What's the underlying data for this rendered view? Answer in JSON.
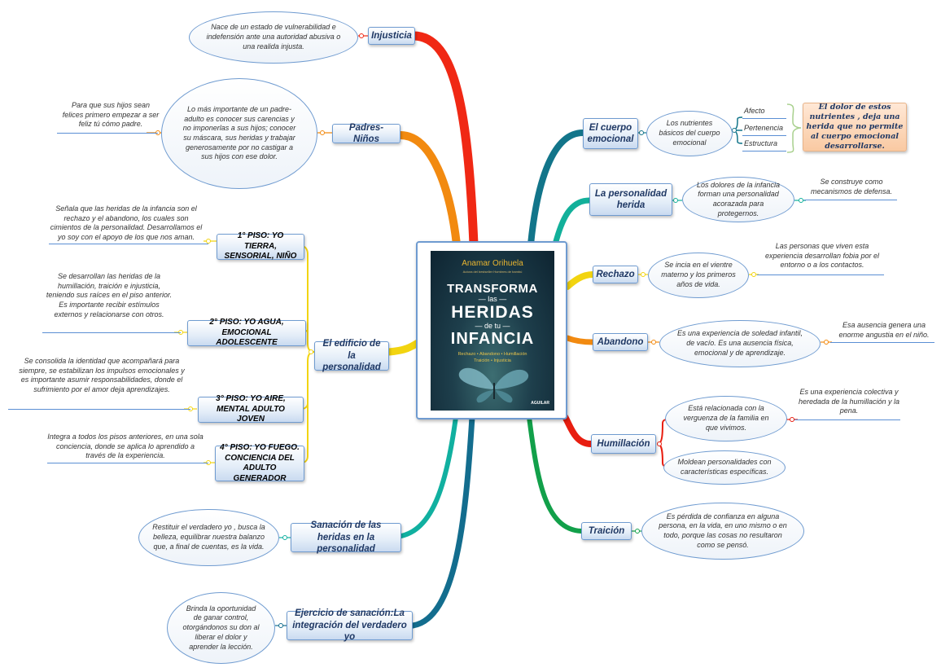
{
  "cover": {
    "author": "Anamar Orihuela",
    "tagline": "Autora del bestseller Hombres de bambú",
    "title_1": "TRANSFORMA",
    "title_2": "— las —",
    "title_3": "HERIDAS",
    "title_4": "— de tu —",
    "title_5": "INFANCIA",
    "subtitle_1": "Rechazo • Abandono • Humillación",
    "subtitle_2": "Traición • Injusticia",
    "publisher": "AGUILAR"
  },
  "left": {
    "injusticia": {
      "label": "Injusticia",
      "desc": "Nace de un estado de vulnerabilidad e indefensión ante una autoridad abusiva o una realida injusta."
    },
    "padres": {
      "label": "Padres- Niños",
      "desc": "Lo más importante de un padre-adulto es conocer sus carencias y no imponerlas a sus hijos; conocer su máscara, sus heridas y trabajar generosamente por no castigar a sus hijos con ese dolor.",
      "note": "Para que sus hijos sean felices primero empezar a ser feliz tú cómo padre."
    },
    "edificio": {
      "label": "El edificio de la personalidad",
      "pisos": [
        {
          "label": "1° PISO: YO TIERRA, SENSORIAL, NIÑO",
          "note": "Señala que las heridas de la infancia son el rechazo y el abandono, los cuales son cimientos de la personalidad. Desarrollamos el yo soy con el apoyo de los que nos aman."
        },
        {
          "label": "2° PISO: YO AGUA, EMOCIONAL ADOLESCENTE",
          "note": "Se desarrollan las heridas de la humillación, traición e injusticia, teniendo sus raíces en el piso anterior. Es importante recibir estímulos externos y relacionarse con otros."
        },
        {
          "label": "3°  PISO: YO AIRE, MENTAL ADULTO JOVEN",
          "note": "Se consolida la identidad que acompañará para siempre, se estabilizan los impulsos emocionales y es importante asumir responsabilidades, donde el sufrimiento por el amor deja aprendizajes."
        },
        {
          "label": "4° PISO: YO FUEGO. CONCIENCIA DEL ADULTO GENERADOR",
          "note": "Integra a todos los pisos anteriores, en una sola conciencia, donde se aplica lo aprendido a través de la experiencia."
        }
      ]
    },
    "sanacion": {
      "label": "Sanación de las heridas en la personalidad",
      "desc": "Restituir el verdadero yo , busca la belleza, equilibrar nuestra balanzo que, a final de cuentas, es la vida."
    },
    "ejercicio": {
      "label": "Ejercicio de sanación:La integración del verdadero yo",
      "desc": "Brinda la oportunidad de ganar control, otorgándonos su don al liberar el dolor y aprender la lección."
    }
  },
  "right": {
    "cuerpo": {
      "label": "El cuerpo emocional",
      "desc": "Los nutrientes básicos del cuerpo emocional",
      "items": [
        "Afecto",
        "Pertenencia",
        "Estructura"
      ],
      "callout": "El dolor de estos nutrientes , deja una herida que no permite al cuerpo emocional desarrollarse."
    },
    "personalidad": {
      "label": "La personalidad herida",
      "desc": "Los dolores de la infancia forman una personalidad acorazada para protegernos.",
      "note": "Se construye como mecanismos de defensa."
    },
    "rechazo": {
      "label": "Rechazo",
      "desc": "Se incia en el vientre materno y los primeros años de vida.",
      "note": "Las personas que viven esta experiencia desarrollan fobia por el entorno o a los contactos."
    },
    "abandono": {
      "label": "Abandono",
      "desc": "Es una experiencia de soledad infantil, de vacío. Es una ausencia física, emocional y de aprendizaje.",
      "note": "Esa ausencia genera una enorme angustia en el niño."
    },
    "humillacion": {
      "label": "Humillación",
      "desc_1": "Está relacionada con la verguenza de la familia en que vivimos.",
      "note": "Es una experiencia colectiva y heredada de la humillación y la pena.",
      "desc_2": "Moldean personalidades con características específicas."
    },
    "traicion": {
      "label": "Traición",
      "desc": "Es pérdida de confianza en alguna persona, en la vida, en uno mismo o en todo, porque las cosas no resultaron como se pensó."
    }
  },
  "colors": {
    "injusticia": "#f02814",
    "padres": "#f28a10",
    "edificio": "#f2d410",
    "sanacion": "#11b0a0",
    "ejercicio": "#136d8e",
    "cuerpo": "#12758a",
    "personalidad": "#12b09a",
    "rechazo": "#f2d410",
    "abandono": "#f28a10",
    "humillacion": "#e81e10",
    "traicion": "#12a04a",
    "node_border": "#6f9bd0",
    "node_text": "#1f3864"
  }
}
